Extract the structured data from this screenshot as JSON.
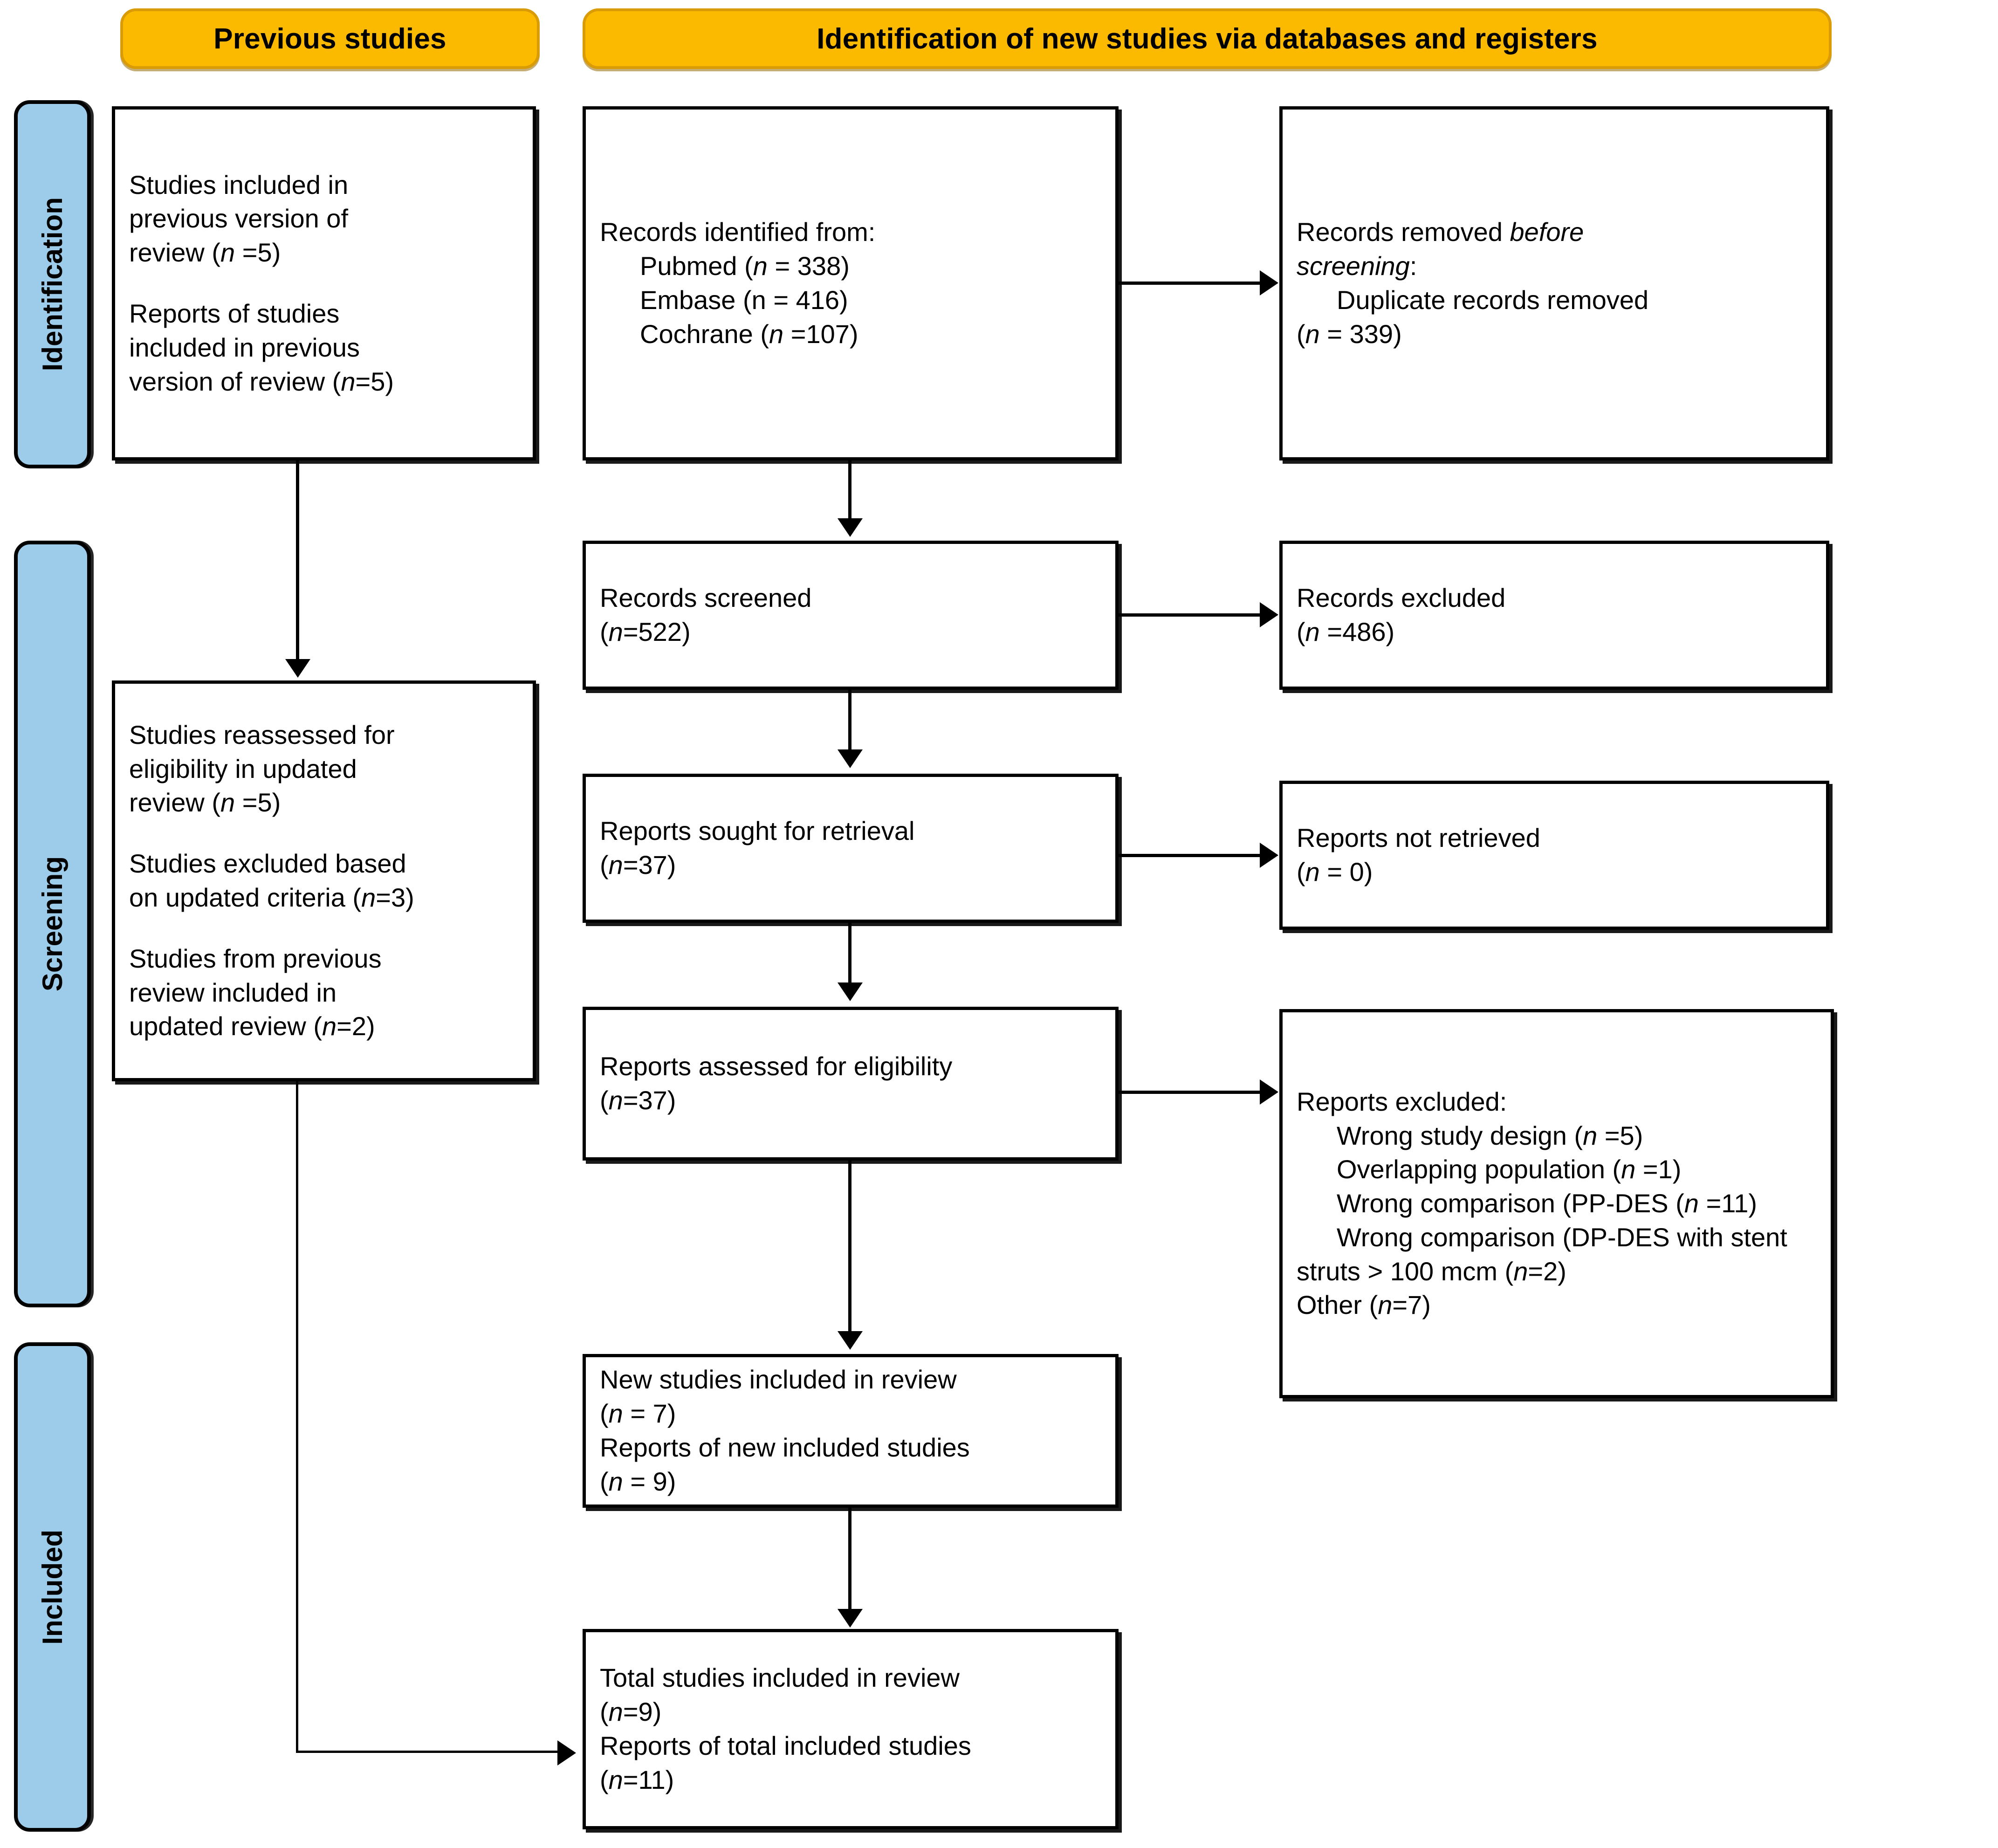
{
  "diagram": {
    "title": "PRISMA 2020 flow diagram for updated systematic reviews",
    "colors": {
      "banner_fill": "#FBBA00",
      "banner_border": "#D99B06",
      "phase_fill": "#9DCBEA",
      "box_border": "#000000",
      "text": "#000000"
    }
  },
  "banners": {
    "previous": "Previous studies",
    "new": "Identification of new studies via databases and registers"
  },
  "phases": [
    {
      "label": "Identification"
    },
    {
      "label": "Screening"
    },
    {
      "label": "Included"
    }
  ],
  "boxes": {
    "previous_included": {
      "line1": "Studies included in",
      "line2": "previous version of",
      "line3_a": "review (",
      "line3_n": "n",
      "line3_b": " =5)",
      "line4": "Reports of studies",
      "line5": "included in previous",
      "line6_a": "version of review (",
      "line6_n": "n",
      "line6_b": "=5)"
    },
    "records_identified": {
      "header": "Records identified from:",
      "item1_a": "Pubmed (",
      "item1_n": "n",
      "item1_b": " = 338)",
      "item2": "Embase (n = 416)",
      "item3_a": "Cochrane (",
      "item3_n": "n",
      "item3_b": " =107)"
    },
    "records_removed": {
      "line1_a": "Records removed ",
      "line1_it": "before",
      "line2_it": "screening",
      "line2_b": ":",
      "line3": "Duplicate records removed",
      "line4_a": "(",
      "line4_n": "n",
      "line4_b": " = 339)"
    },
    "records_screened": {
      "line1": "Records screened",
      "line2_a": "(",
      "line2_n": "n",
      "line2_b": "=522)"
    },
    "records_excluded": {
      "line1": "Records excluded",
      "line2_a": "(",
      "line2_n": "n",
      "line2_b": " =486)"
    },
    "studies_reassessed": {
      "line1": "Studies reassessed for",
      "line2": "eligibility in updated",
      "line3_a": "review (",
      "line3_n": "n",
      "line3_b": " =5)",
      "line4": "Studies excluded based",
      "line5_a": "on updated criteria (",
      "line5_n": "n",
      "line5_b": "=3)",
      "line6": "Studies from previous",
      "line7": "review included in",
      "line8_a": "updated review (",
      "line8_n": "n",
      "line8_b": "=2)"
    },
    "reports_sought": {
      "line1": "Reports sought for retrieval",
      "line2_a": "(",
      "line2_n": "n",
      "line2_b": "=37)"
    },
    "reports_not_retrieved": {
      "line1": "Reports not retrieved",
      "line2_a": "(",
      "line2_n": "n",
      "line2_b": " = 0)"
    },
    "reports_assessed": {
      "line1": "Reports assessed for eligibility",
      "line2_a": "(",
      "line2_n": "n",
      "line2_b": "=37)"
    },
    "reports_excluded": {
      "header": "Reports excluded:",
      "item1_a": "Wrong study design (",
      "item1_n": "n",
      "item1_b": " =5)",
      "item2_a": "Overlapping population (",
      "item2_n": "n",
      "item2_b": " =1)",
      "item3_a": "Wrong comparison (PP-DES (",
      "item3_n": "n",
      "item3_b": " =11)",
      "item4_a": "Wrong comparison (DP-DES with stent",
      "item4_b": "struts > 100 mcm (",
      "item4_n": "n",
      "item4_c": "=2)",
      "item5_a": "Other (",
      "item5_n": "n",
      "item5_b": "=7)"
    },
    "new_studies_included": {
      "line1": "New studies included in review",
      "line2_a": "(",
      "line2_n": "n",
      "line2_b": " = 7)",
      "line3": "Reports of new included studies",
      "line4_a": "(",
      "line4_n": "n",
      "line4_b": " = 9)"
    },
    "total_studies_included": {
      "line1": "Total studies included in review",
      "line2_a": "(",
      "line2_n": "n",
      "line2_b": "=9)",
      "line3": "Reports of total included studies",
      "line4_a": "(",
      "line4_n": "n",
      "line4_b": "=11)"
    }
  }
}
